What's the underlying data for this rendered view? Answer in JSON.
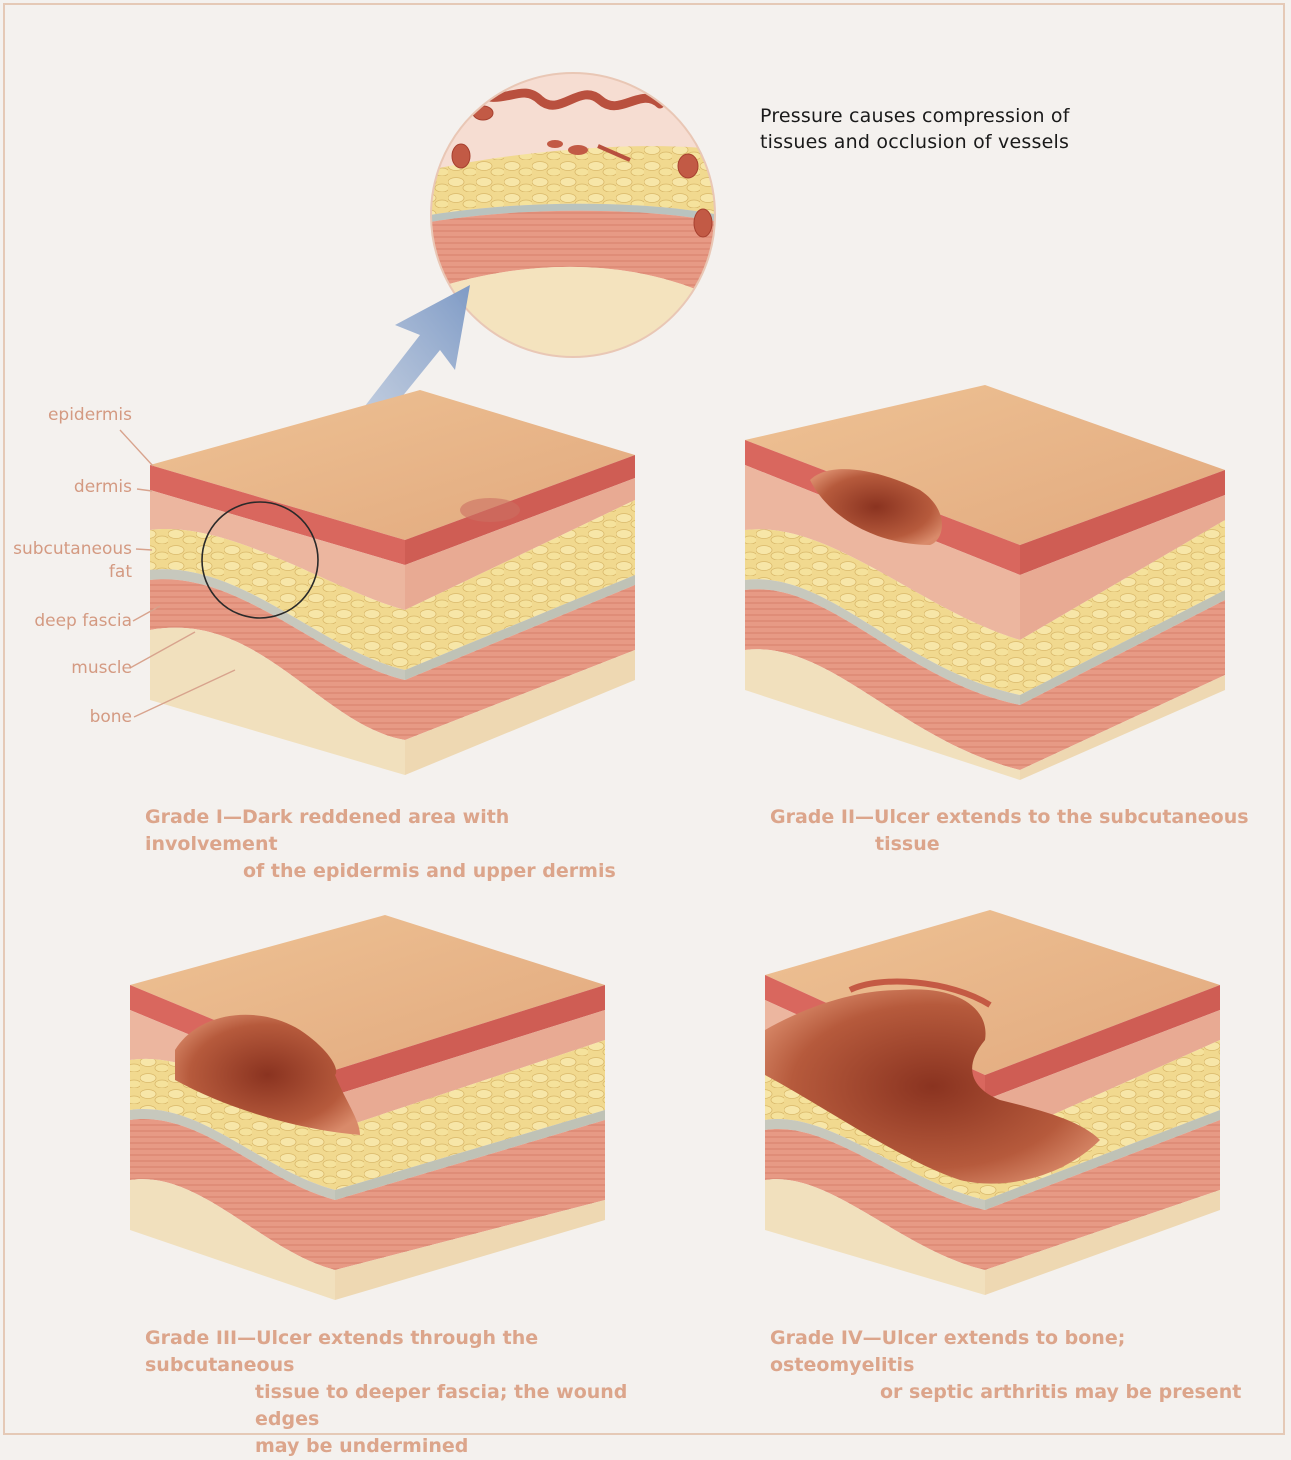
{
  "callout": {
    "line1": "Pressure causes compression of",
    "line2": "tissues and occlusion of vessels"
  },
  "labels": {
    "epidermis": "epidermis",
    "dermis": "dermis",
    "subcutaneous": "subcutaneous",
    "fat": "fat",
    "deep_fascia": "deep fascia",
    "muscle": "muscle",
    "bone": "bone"
  },
  "captions": {
    "grade1": {
      "line1": "Grade I—Dark reddened area with involvement",
      "line2": "of the epidermis and upper dermis"
    },
    "grade2": {
      "line1": "Grade II—Ulcer extends to the subcutaneous",
      "line2": "tissue"
    },
    "grade3": {
      "line1": "Grade III—Ulcer extends through the subcutaneous",
      "line2": "tissue to deeper fascia; the wound edges",
      "line3": "may be undermined"
    },
    "grade4": {
      "line1": "Grade IV—Ulcer extends to bone; osteomyelitis",
      "line2": "or septic arthritis may be present"
    }
  },
  "colors": {
    "skin_top": "#e8b98a",
    "epidermis": "#d9675e",
    "dermis": "#eab19a",
    "fat": "#f0d98c",
    "fascia": "#c8c8bc",
    "muscle": "#e59582",
    "bone": "#f3e4c2",
    "ulcer": "#a5462e",
    "arrow": "#8fa6c8",
    "label_text": "#d49a82"
  }
}
